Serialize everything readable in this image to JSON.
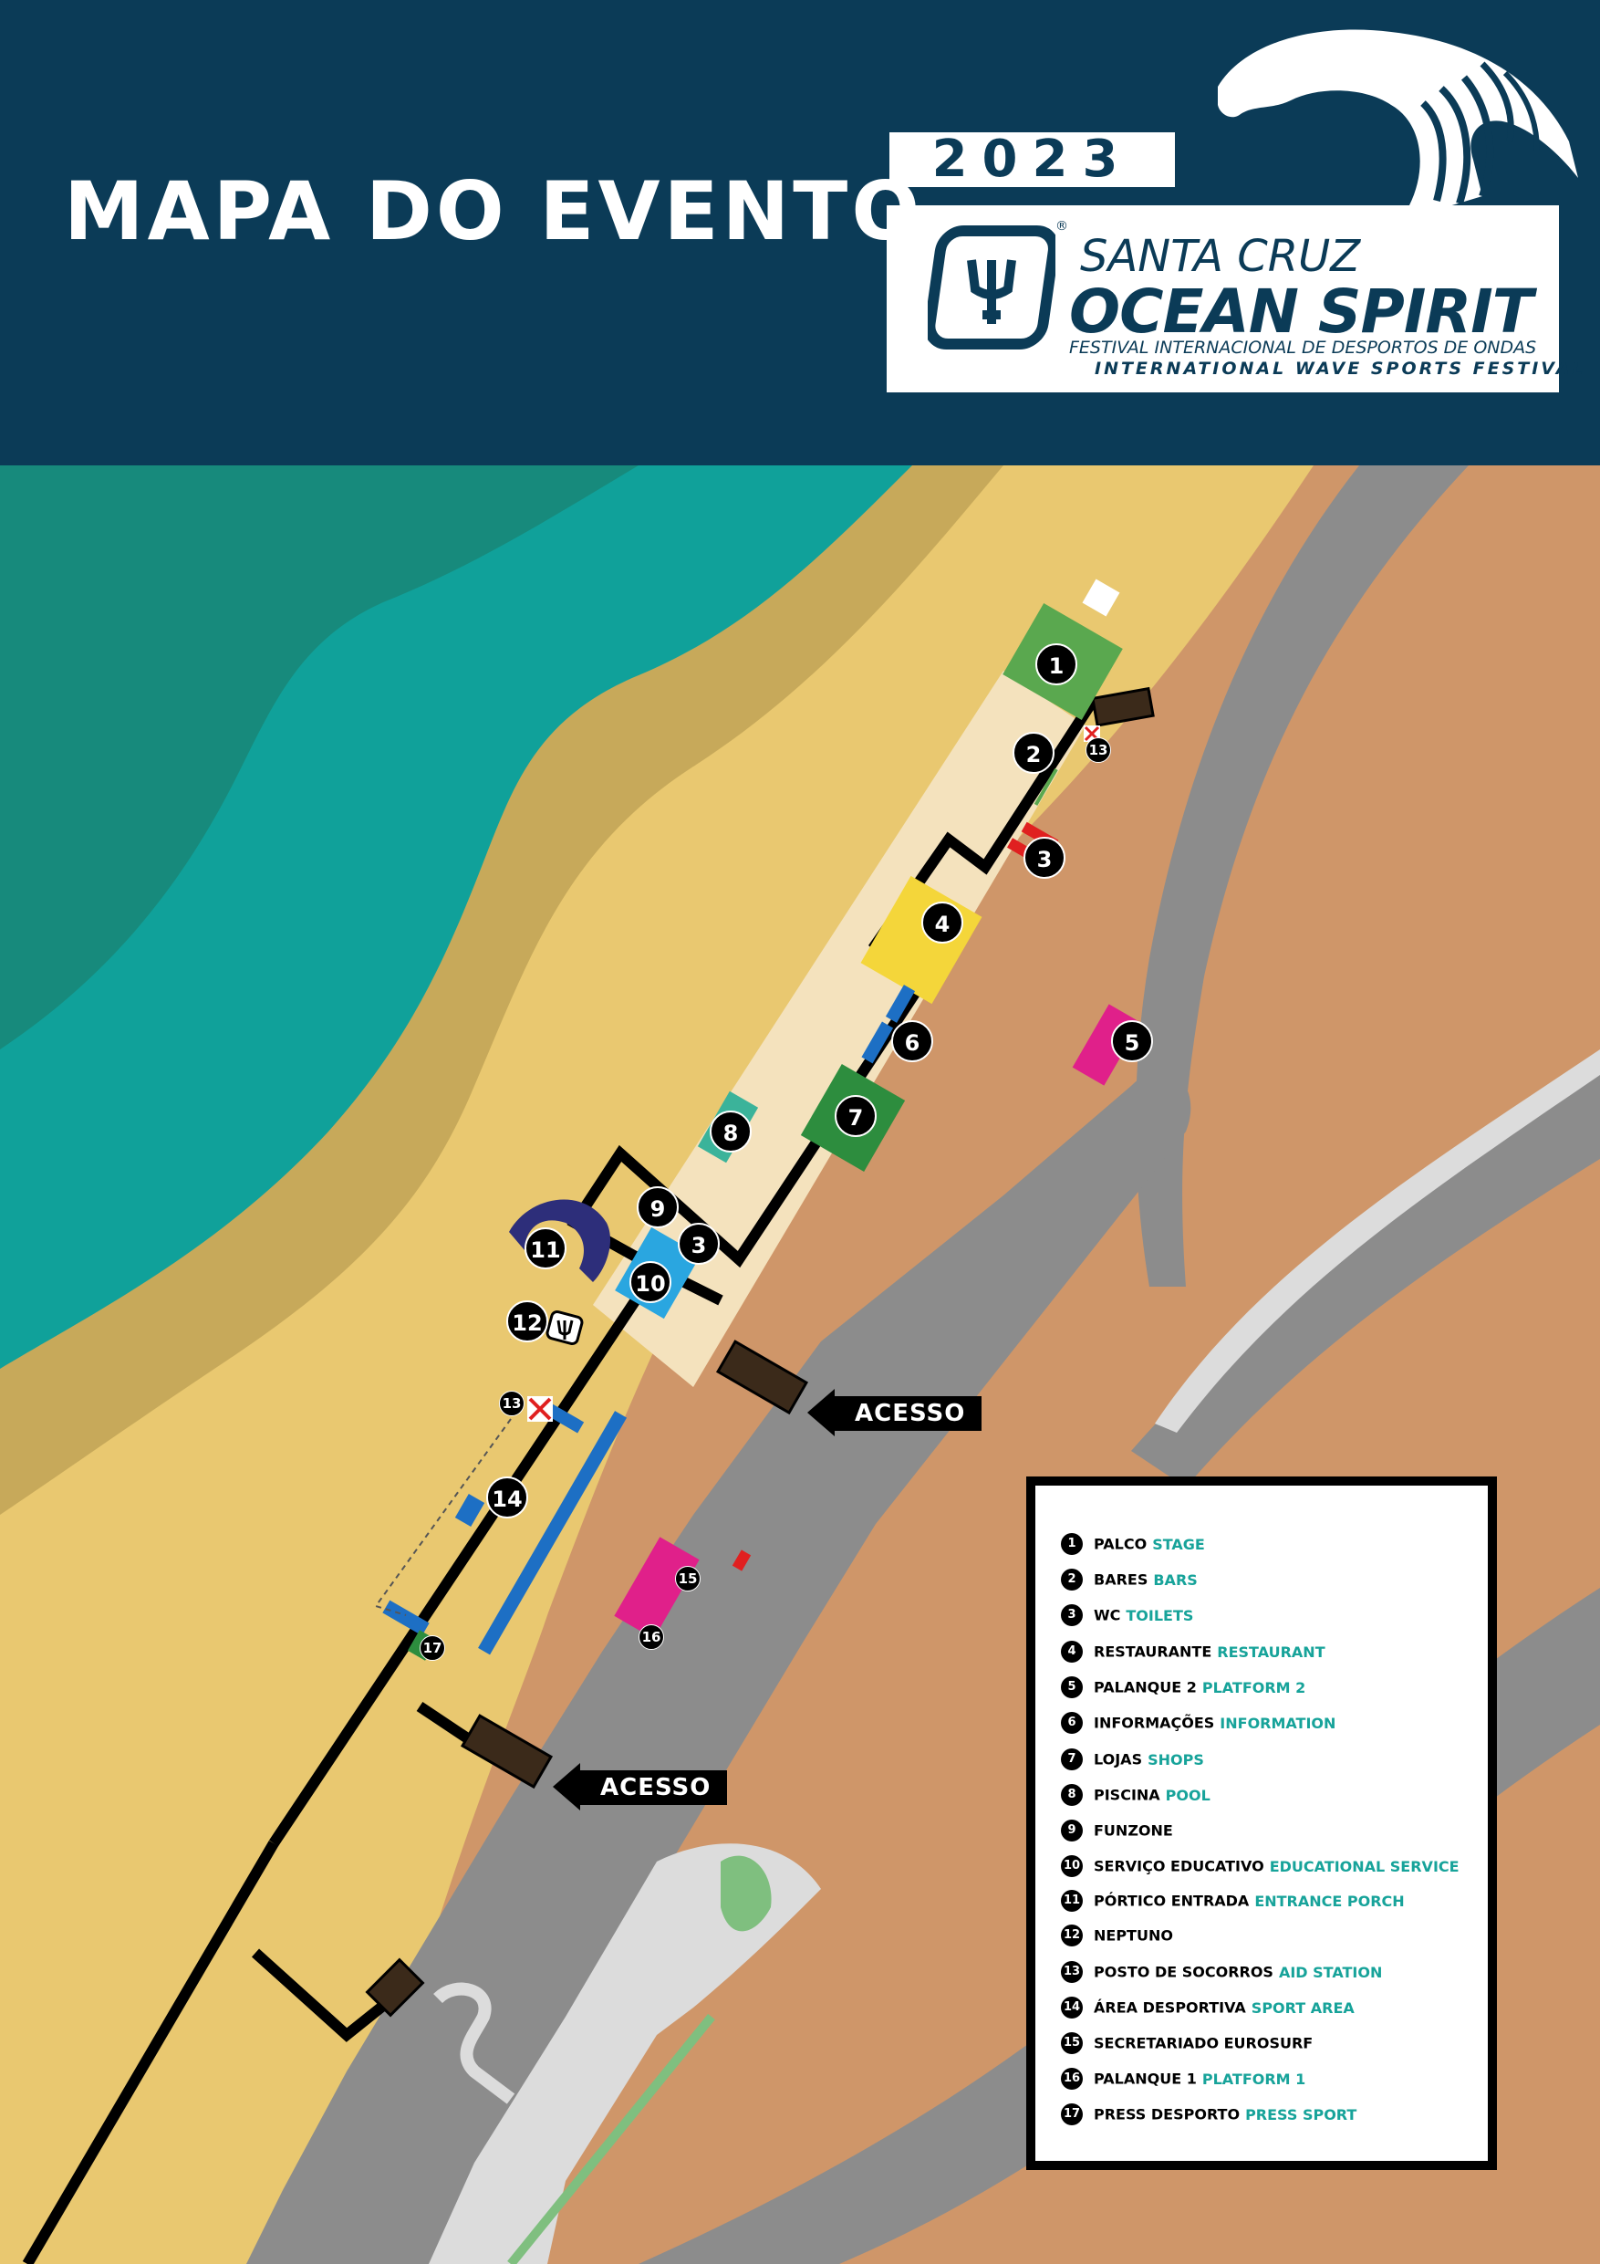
{
  "header": {
    "title": "MAPA DO EVENTO",
    "year": "2023",
    "brand_line1": "SANTA CRUZ",
    "brand_line2": "OCEAN SPIRIT",
    "brand_line3": "FESTIVAL INTERNACIONAL DE DESPORTOS DE ONDAS",
    "brand_line4": "INTERNATIONAL WAVE SPORTS FESTIVAL",
    "registered": "®"
  },
  "map": {
    "access_label": "ACESSO",
    "markers": [
      "1",
      "2",
      "3",
      "4",
      "5",
      "6",
      "7",
      "8",
      "9",
      "3",
      "10",
      "11",
      "12",
      "13",
      "13",
      "14",
      "15",
      "16",
      "17"
    ]
  },
  "legend": {
    "items": [
      {
        "num": "1",
        "pt": "PALCO",
        "en": "STAGE"
      },
      {
        "num": "2",
        "pt": "BARES",
        "en": "BARS"
      },
      {
        "num": "3",
        "pt": "WC",
        "en": "TOILETS"
      },
      {
        "num": "4",
        "pt": "RESTAURANTE",
        "en": "RESTAURANT"
      },
      {
        "num": "5",
        "pt": "PALANQUE 2",
        "en": "PLATFORM 2"
      },
      {
        "num": "6",
        "pt": "INFORMAÇÕES",
        "en": "INFORMATION"
      },
      {
        "num": "7",
        "pt": "LOJAS",
        "en": "SHOPS"
      },
      {
        "num": "8",
        "pt": "PISCINA",
        "en": "POOL"
      },
      {
        "num": "9",
        "pt": "FUNZONE",
        "en": ""
      },
      {
        "num": "10",
        "pt": "SERVIÇO EDUCATIVO",
        "en": "EDUCATIONAL SERVICE"
      },
      {
        "num": "11",
        "pt": "PÓRTICO ENTRADA",
        "en": "ENTRANCE PORCH"
      },
      {
        "num": "12",
        "pt": "NEPTUNO",
        "en": ""
      },
      {
        "num": "13",
        "pt": "POSTO DE SOCORROS",
        "en": "AID STATION"
      },
      {
        "num": "14",
        "pt": "ÁREA DESPORTIVA",
        "en": "SPORT AREA"
      },
      {
        "num": "15",
        "pt": "SECRETARIADO EUROSURF",
        "en": ""
      },
      {
        "num": "16",
        "pt": "PALANQUE 1",
        "en": "PLATFORM 1"
      },
      {
        "num": "17",
        "pt": "PRESS DESPORTO",
        "en": "PRESS SPORT"
      }
    ]
  },
  "colors": {
    "header_bg": "#0b3b57",
    "sea_dark": "#178a7c",
    "sea": "#10a19a",
    "sand_dark": "#c7a95a",
    "sand": "#e9c870",
    "land": "#cf9669",
    "road": "#8c8c8c",
    "accent_text": "#17a39a"
  }
}
